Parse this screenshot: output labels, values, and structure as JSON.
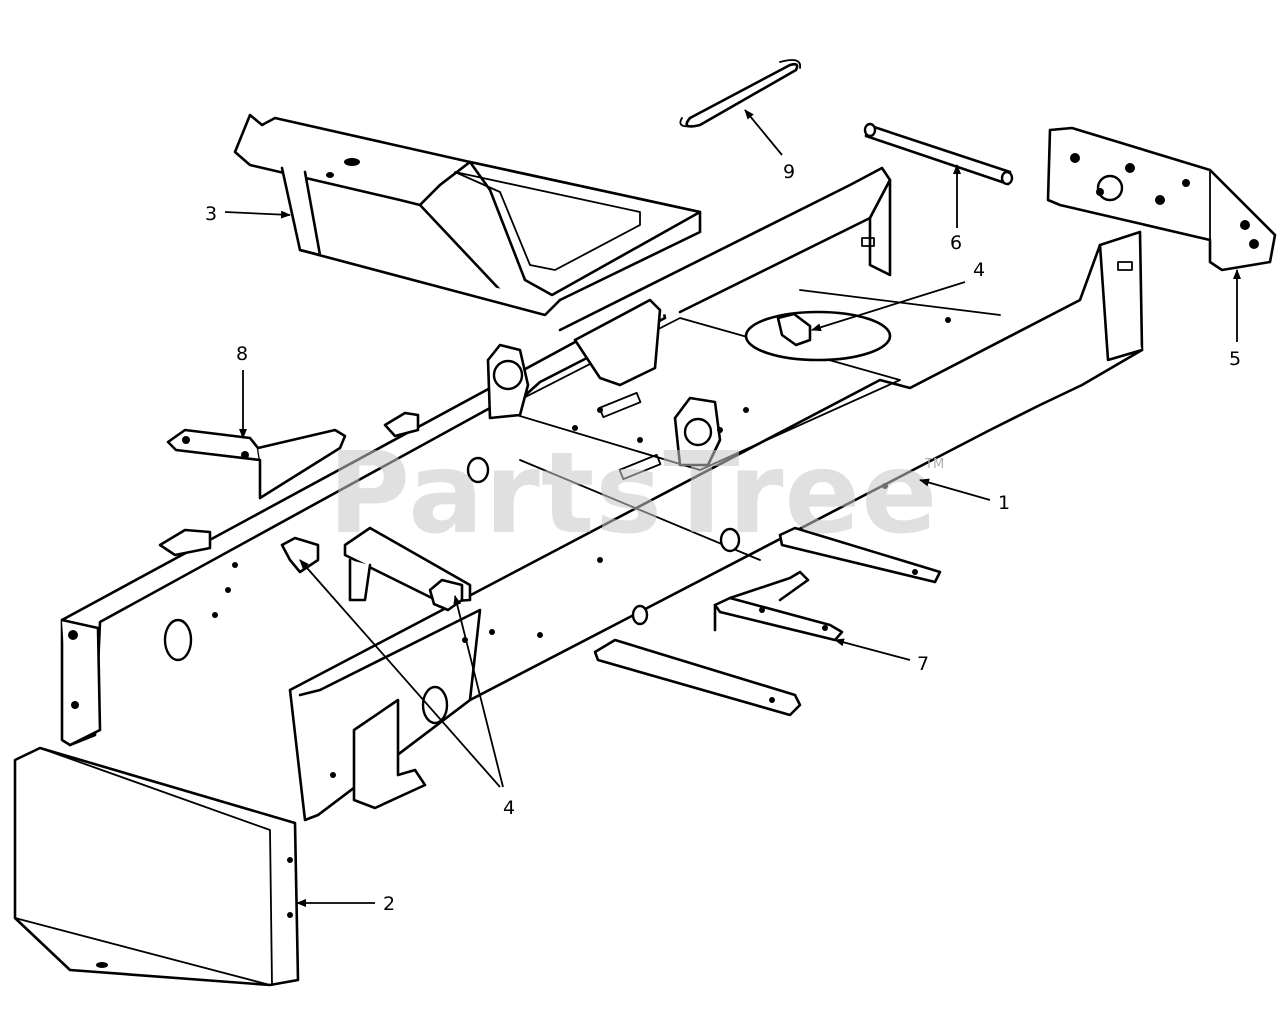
{
  "diagram": {
    "watermark": "PartsTree",
    "watermark_mark": "TM",
    "callouts": [
      {
        "id": "1",
        "label": "1"
      },
      {
        "id": "2",
        "label": "2"
      },
      {
        "id": "3",
        "label": "3"
      },
      {
        "id": "4a",
        "label": "4"
      },
      {
        "id": "4b",
        "label": "4"
      },
      {
        "id": "5",
        "label": "5"
      },
      {
        "id": "6",
        "label": "6"
      },
      {
        "id": "7",
        "label": "7"
      },
      {
        "id": "8",
        "label": "8"
      },
      {
        "id": "9",
        "label": "9"
      }
    ]
  },
  "colors": {
    "line": "#000000",
    "background": "#ffffff",
    "watermark": "#c8c8c8"
  }
}
